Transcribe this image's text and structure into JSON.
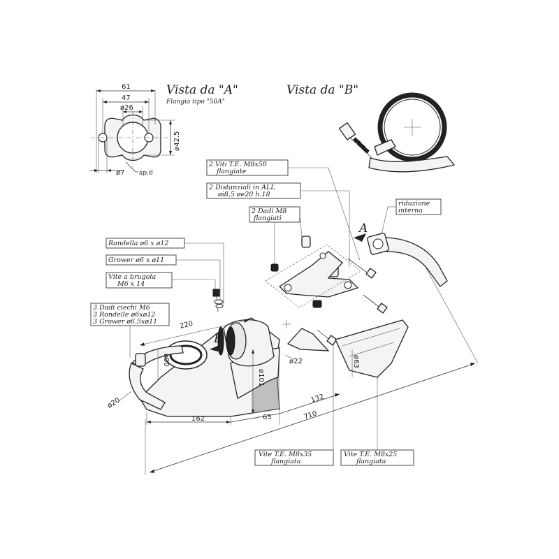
{
  "views": {
    "view_a_title": "Vista da \"A\"",
    "view_a_subtitle": "Flangia tipo \"50A\"",
    "view_b_title": "Vista da \"B\""
  },
  "flange_dims": {
    "width_total": "61",
    "width_holes": "47",
    "bore_diam": "ø26",
    "height_diam": "ø42.5",
    "hole_diam": "ø7",
    "thickness": "sp.6"
  },
  "callouts": {
    "viti_flangiate_l1": "2 Viti T.E. M8x50",
    "viti_flangiate_l2": "flangiate",
    "distanziali_l1": "2 Distanziali in ALL",
    "distanziali_l2": "øi8,5 øe20 h.18",
    "dadi_m8_l1": "2 Dadi M8",
    "dadi_m8_l2": "flangiati",
    "riduzione_l1": "riduzione",
    "riduzione_l2": "interna",
    "rondella": "Rondella ø6 x ø12",
    "grower": "Grower ø6 x ø11",
    "vite_brugola_l1": "Vite a brugola",
    "vite_brugola_l2": "M6 x 14",
    "dadi_ciechi_l1": "3 Dadi ciechi M6",
    "dadi_ciechi_l2": "3 Rondelle ø6xø12",
    "dadi_ciechi_l3": "3 Grower ø6.5xø11",
    "vite_m8x35_l1": "Vite T.E. M8x35",
    "vite_m8x35_l2": "flangiata",
    "vite_m8x25_l1": "Vite T.E. M8x25",
    "vite_m8x25_l2": "flangiata"
  },
  "markers": {
    "arrow_a": "A",
    "arrow_b": "B"
  },
  "dimensions": {
    "length_220": "220",
    "diam_90": "ø90",
    "diam_101": "ø101",
    "diam_63": "ø63",
    "diam_22": "ø22",
    "diam_20": "ø20",
    "length_162": "162",
    "length_65": "65",
    "length_132": "132",
    "length_710": "710"
  },
  "colors": {
    "ink": "#222222",
    "paper": "#ffffff"
  }
}
